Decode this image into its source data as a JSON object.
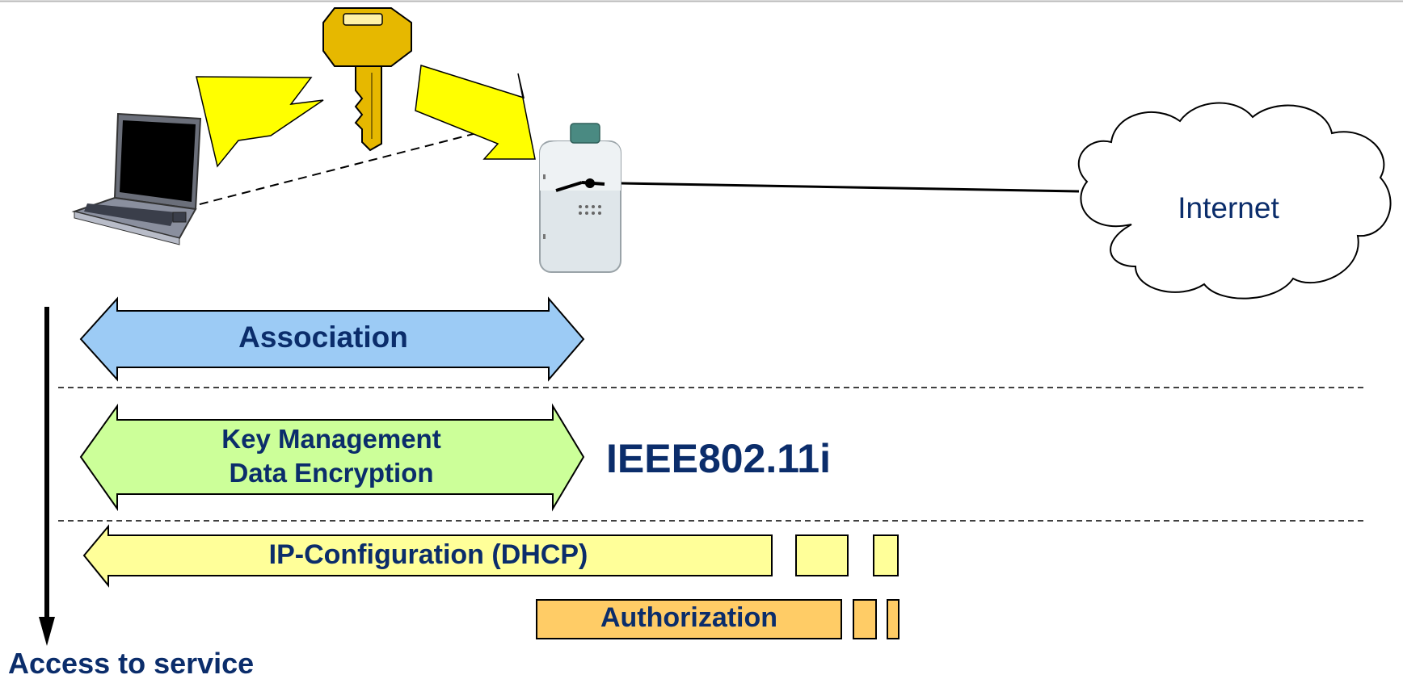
{
  "nodes": {
    "internet": "Internet"
  },
  "phases": {
    "association": "Association",
    "key_management_line1": "Key Management",
    "key_management_line2": "Data Encryption",
    "standard": "IEEE802.11i",
    "ip_configuration": "IP-Configuration (DHCP)",
    "authorization": "Authorization"
  },
  "timeline": {
    "end_label": "Access to service"
  },
  "icons": [
    "laptop-icon",
    "key-icon",
    "access-point-icon",
    "internet-cloud-icon"
  ],
  "colors": {
    "text": "#0b2d6b",
    "association_fill": "#9ccbf5",
    "key_management_fill": "#ccff99",
    "ip_configuration_fill": "#ffff99",
    "authorization_fill": "#ffcc66",
    "key_arrow_fill": "#ffff00"
  }
}
